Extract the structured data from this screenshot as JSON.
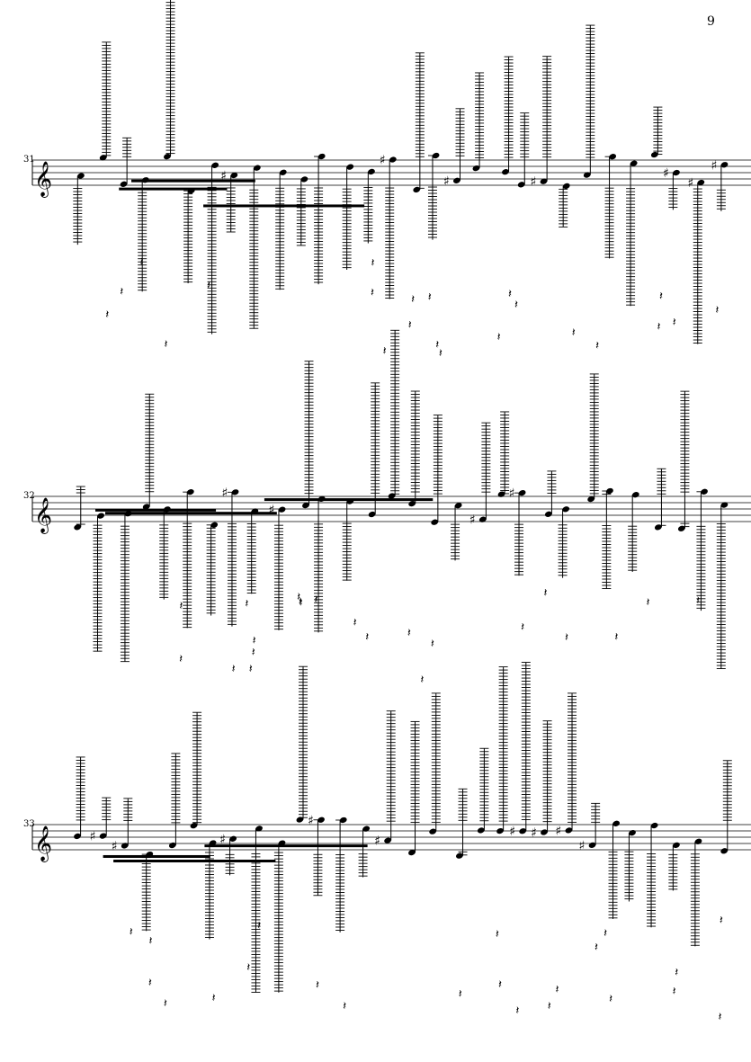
{
  "page": {
    "number": "9"
  },
  "systems": [
    {
      "measure_number": "31"
    },
    {
      "measure_number": "32"
    },
    {
      "measure_number": "33"
    }
  ],
  "notation": {
    "clef": "treble-clef",
    "ink_color": "#000000"
  }
}
